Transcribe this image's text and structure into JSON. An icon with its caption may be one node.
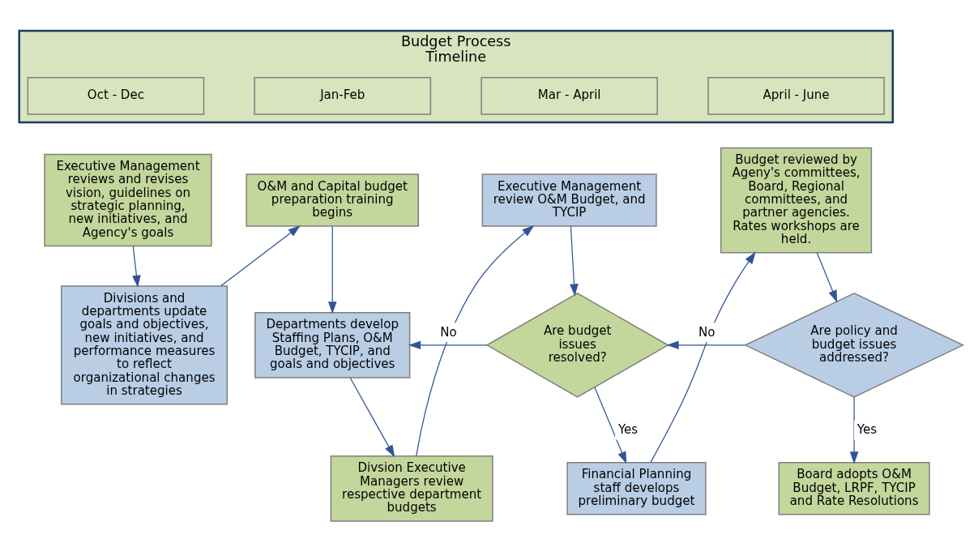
{
  "diagram": {
    "nodes": [
      {
        "text": [
          "Budget Process Timeline"
        ]
      },
      {
        "text": [
          "Oct - Dec"
        ],
        "in": 0
      },
      {
        "text": [
          "Jan-Feb"
        ],
        "in": 0
      },
      {
        "text": [
          "Mar - April"
        ],
        "in": 0
      },
      {
        "text": [
          "April - June"
        ],
        "in": 0
      },
      {
        "text": [
          "Executive Management reviews and revises vision, guidelines on strategic planning, new initiatives, and Agency's goals"
        ]
      },
      {
        "text": [
          "Divisions and departments update goals and objectives, new initiatives, and performance measures to reflect organizational changes in strategies"
        ]
      },
      {
        "text": [
          "O&M and Capital budget preparation training begins"
        ]
      },
      {
        "text": [
          "Departments develop Staffing Plans, O&M Budget, TYCIP, and goals and objectives"
        ]
      },
      {
        "text": [
          "Divsion Executive Managers review respective department budgets"
        ]
      },
      {
        "text": [
          "Executive Management review O&M Budget, and TYCIP"
        ]
      },
      {
        "text": [
          "Are budget issues resolved?"
        ]
      },
      {
        "text": [
          "Financial Planning staff develops preliminary budget"
        ]
      },
      {
        "text": [
          "Budget reviewed by Ageny's committees, Board, Regional committees, and partner agencies. Rates workshops are held."
        ]
      },
      {
        "text": [
          "Are policy and budget issues addressed?"
        ]
      },
      {
        "text": [
          "Board adopts O&M Budget, LRPF, TYCIP and Rate Resolutions"
        ]
      }
    ],
    "edges": [
      {
        "from": 5,
        "to": 6,
        "arrow": "to"
      },
      {
        "from": 6,
        "to": 7,
        "arrow": "to"
      },
      {
        "from": 7,
        "to": 8,
        "arrow": "to"
      },
      {
        "from": 8,
        "to": 9,
        "arrow": "to"
      },
      {
        "from": 9,
        "to": 10,
        "arrow": "to"
      },
      {
        "from": 10,
        "to": 11,
        "arrow": "to"
      },
      {
        "from": 11,
        "to": 8,
        "arrow": "to",
        "label": "No"
      },
      {
        "from": 11,
        "to": 12,
        "arrow": "to",
        "label": "Yes"
      },
      {
        "from": 12,
        "to": 13,
        "arrow": "to"
      },
      {
        "from": 13,
        "to": 14,
        "arrow": "to"
      },
      {
        "from": 14,
        "to": 11,
        "arrow": "to",
        "label": "No"
      },
      {
        "from": 14,
        "to": 15,
        "arrow": "to",
        "label": "Yes"
      }
    ]
  }
}
